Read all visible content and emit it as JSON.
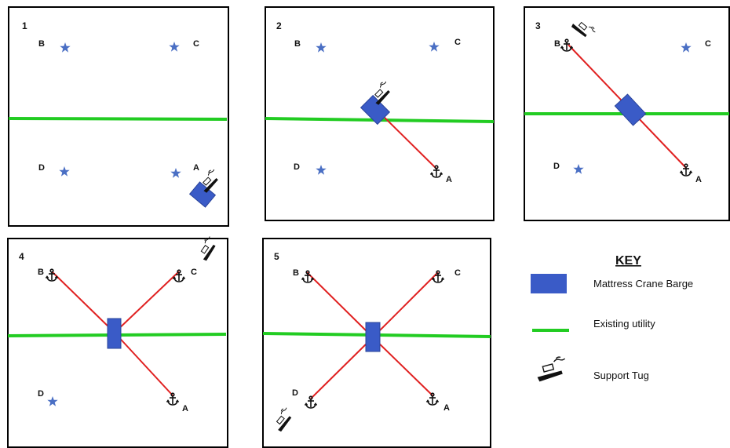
{
  "panels": [
    {
      "number": "1",
      "points": {
        "A": "A",
        "B": "B",
        "C": "C",
        "D": "D"
      }
    },
    {
      "number": "2",
      "points": {
        "A": "A",
        "B": "B",
        "C": "C",
        "D": "D"
      }
    },
    {
      "number": "3",
      "points": {
        "A": "A",
        "B": "B",
        "C": "C",
        "D": "D"
      }
    },
    {
      "number": "4",
      "points": {
        "A": "A",
        "B": "B",
        "C": "C",
        "D": "D"
      }
    },
    {
      "number": "5",
      "points": {
        "A": "A",
        "B": "B",
        "C": "C",
        "D": "D"
      }
    }
  ],
  "key": {
    "title": "KEY",
    "barge_label": "Mattress Crane Barge",
    "utility_label": "Existing utility",
    "tug_label": "Support Tug"
  },
  "colors": {
    "barge": "#3a5bc7",
    "utility": "#22cc22",
    "rope": "#e02020",
    "marker": "#4a6fc4"
  },
  "icons": {
    "position_marker": "star-icon",
    "anchor": "anchor-icon",
    "tug": "tug-boat-icon"
  }
}
